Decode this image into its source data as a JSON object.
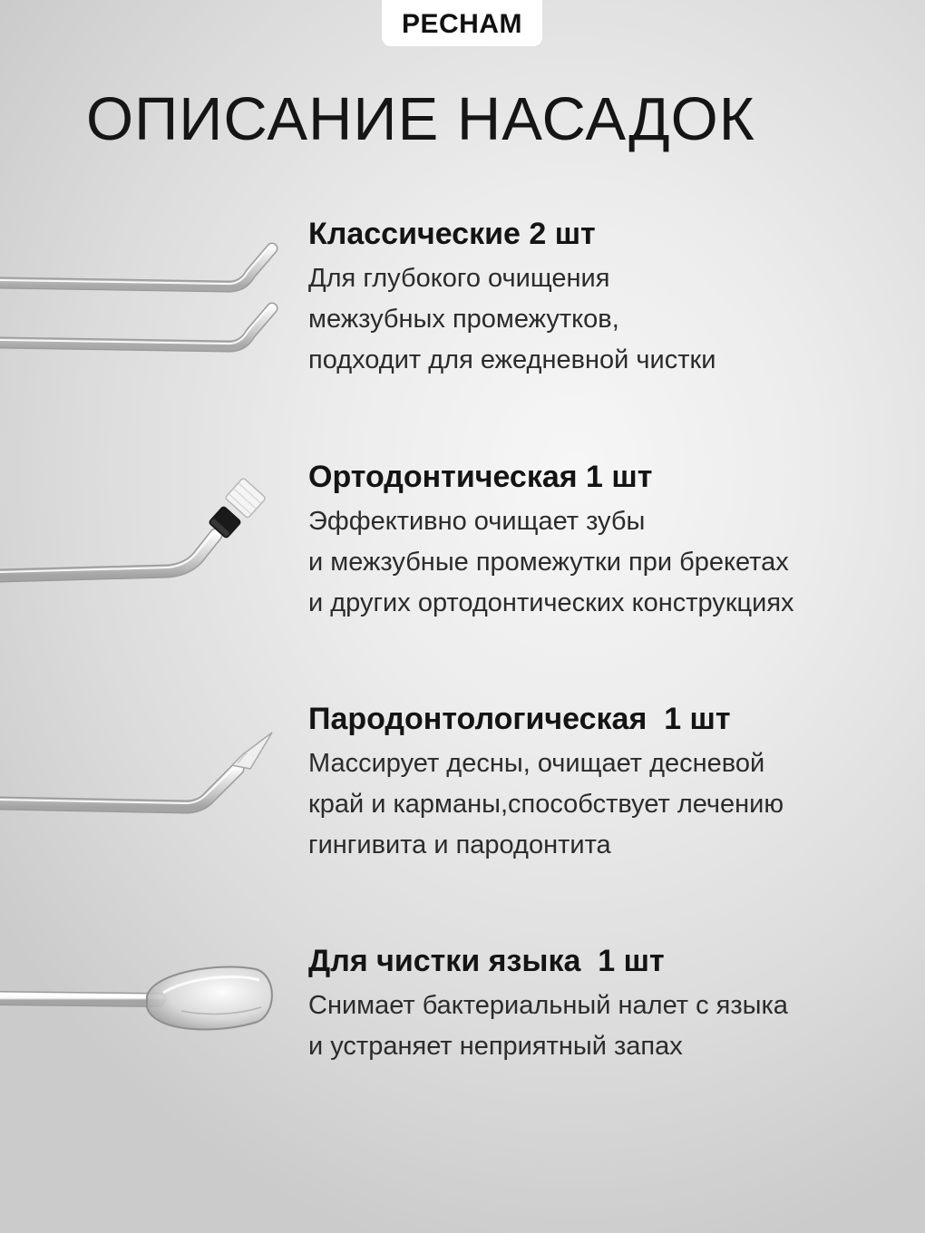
{
  "brand": {
    "name": "PECHAM"
  },
  "title": "ОПИСАНИЕ НАСАДОК",
  "sections": [
    {
      "heading": "Классические 2 шт",
      "lines": [
        "Для глубокого очищения",
        "межзубных промежутков,",
        "подходит для ежедневной чистки"
      ],
      "image_icon": "classic-nozzle-icon"
    },
    {
      "heading": "Ортодонтическая 1 шт",
      "lines": [
        "Эффективно очищает зубы",
        "и межзубные промежутки при брекетах",
        "и других ортодонтических конструкциях"
      ],
      "image_icon": "orthodontic-nozzle-icon"
    },
    {
      "heading": "Пародонтологическая  1 шт",
      "lines": [
        "Массирует десны, очищает десневой",
        "край и карманы,способствует лечению",
        "гингивита и пародонтита"
      ],
      "image_icon": "periodontal-nozzle-icon"
    },
    {
      "heading": "Для чистки языка  1 шт",
      "lines": [
        "Снимает бактериальный налет с языка",
        "и устраняет неприятный запах"
      ],
      "image_icon": "tongue-cleaner-nozzle-icon"
    }
  ],
  "colors": {
    "background_center": "#f6f6f6",
    "background_edge": "#cbcbcb",
    "text_dark": "#141414",
    "text_body": "#2b2b2b",
    "brand_tab": "#ffffff",
    "orthodontic_band": "#1a1a1a"
  }
}
